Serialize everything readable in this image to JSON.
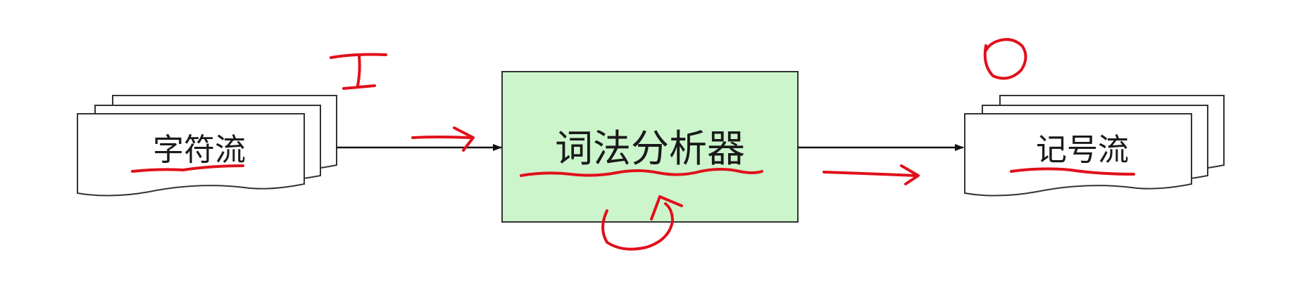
{
  "diagram": {
    "input_label": "字符流",
    "processor_label": "词法分析器",
    "output_label": "记号流",
    "handwritten_input_mark": "I",
    "handwritten_output_mark": "O"
  },
  "colors": {
    "processor_fill": "#ccf5cc",
    "annotation_ink": "#e0101a",
    "outline": "#333333"
  }
}
